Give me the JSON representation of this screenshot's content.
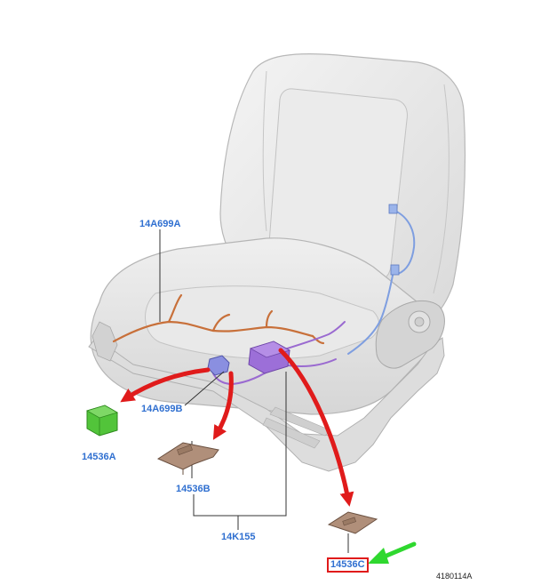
{
  "callouts": {
    "harness_top": "14A699A",
    "harness_bottom": "14A699B",
    "module_a": "14536A",
    "module_b": "14536B",
    "bracket_k": "14K155",
    "module_c": "14536C"
  },
  "figure_ref": "4180114A",
  "colors": {
    "callout_text": "#2f6fd0",
    "arrow_red": "#e01b1b",
    "arrow_green": "#2fd82f",
    "harness_orange": "#c8703a",
    "harness_purple": "#9a6ad0",
    "harness_blue": "#7e9ee0",
    "module_green": "#52c43a",
    "bracket_tan": "#b08f7a"
  }
}
